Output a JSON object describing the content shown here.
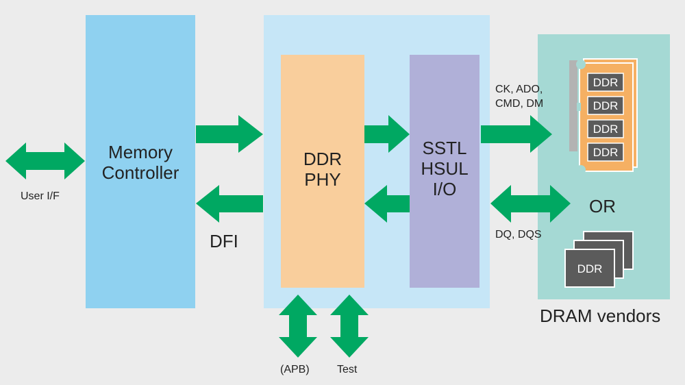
{
  "blocks": {
    "memory_controller": {
      "line1": "Memory",
      "line2": "Controller",
      "color": "#8fd1f0"
    },
    "phy_region": {
      "color": "#c6e6f7"
    },
    "ddr_phy": {
      "line1": "DDR",
      "line2": "PHY",
      "color": "#f9ce9c"
    },
    "io": {
      "line1": "SSTL",
      "line2": "HSUL",
      "line3": "I/O",
      "color": "#b0b0d8"
    },
    "dram_vendors": {
      "title": "DRAM vendors",
      "color": "#a5d9d4",
      "or_label": "OR"
    }
  },
  "labels": {
    "user_if": "User I/F",
    "dfi": "DFI",
    "ck_ado_line1": "CK, ADO,",
    "ck_ado_line2": "CMD, DM",
    "dq_dqs": "DQ, DQS",
    "apb": "(APB)",
    "test": "Test"
  },
  "chips": {
    "module_chips": [
      "DDR",
      "DDR",
      "DDR",
      "DDR"
    ],
    "stack_chip": "DDR"
  },
  "colors": {
    "arrow": "#00a862",
    "module_board": "#f5b063",
    "chip": "#5b5b5b",
    "connector": "#b3b3b3"
  }
}
